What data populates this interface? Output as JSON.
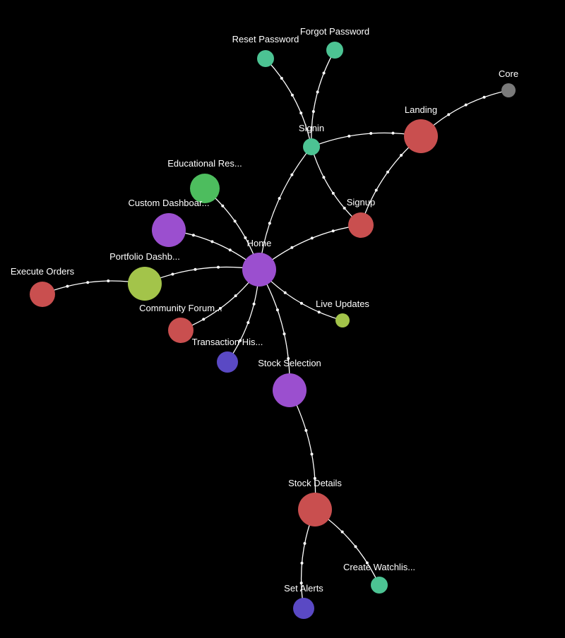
{
  "graph": {
    "nodes": [
      {
        "id": "core",
        "label": "Core",
        "color": "#7a7a7a"
      },
      {
        "id": "landing",
        "label": "Landing",
        "color": "#c94f4f"
      },
      {
        "id": "signin",
        "label": "Signin",
        "color": "#4cc393"
      },
      {
        "id": "signup",
        "label": "Signup",
        "color": "#c94f4f"
      },
      {
        "id": "reset",
        "label": "Reset Password",
        "color": "#4cc393"
      },
      {
        "id": "forgot",
        "label": "Forgot Password",
        "color": "#4cc393"
      },
      {
        "id": "home",
        "label": "Home",
        "color": "#9b4fcf"
      },
      {
        "id": "edu",
        "label": "Educational Res...",
        "color": "#4dbd5e"
      },
      {
        "id": "custom",
        "label": "Custom Dashboar...",
        "color": "#9b4fcf"
      },
      {
        "id": "portfolio",
        "label": "Portfolio Dashb...",
        "color": "#a3c44a"
      },
      {
        "id": "execute",
        "label": "Execute Orders",
        "color": "#c94f4f"
      },
      {
        "id": "community",
        "label": "Community Forum...",
        "color": "#c94f4f"
      },
      {
        "id": "txn",
        "label": "Transaction His...",
        "color": "#5a49c4"
      },
      {
        "id": "live",
        "label": "Live Updates",
        "color": "#a3c44a"
      },
      {
        "id": "stocksel",
        "label": "Stock Selection",
        "color": "#9b4fcf"
      },
      {
        "id": "stockdet",
        "label": "Stock Details",
        "color": "#c94f4f"
      },
      {
        "id": "alerts",
        "label": "Set Alerts",
        "color": "#5a49c4"
      },
      {
        "id": "watch",
        "label": "Create Watchlis...",
        "color": "#4cc393"
      }
    ],
    "links": [
      [
        "landing",
        "core"
      ],
      [
        "signin",
        "landing"
      ],
      [
        "signup",
        "landing"
      ],
      [
        "signin",
        "reset"
      ],
      [
        "signin",
        "forgot"
      ],
      [
        "signin",
        "signup"
      ],
      [
        "home",
        "signin"
      ],
      [
        "home",
        "signup"
      ],
      [
        "home",
        "edu"
      ],
      [
        "home",
        "custom"
      ],
      [
        "home",
        "portfolio"
      ],
      [
        "portfolio",
        "execute"
      ],
      [
        "home",
        "community"
      ],
      [
        "home",
        "txn"
      ],
      [
        "home",
        "live"
      ],
      [
        "home",
        "stocksel"
      ],
      [
        "stocksel",
        "stockdet"
      ],
      [
        "stockdet",
        "alerts"
      ],
      [
        "stockdet",
        "watch"
      ]
    ]
  }
}
